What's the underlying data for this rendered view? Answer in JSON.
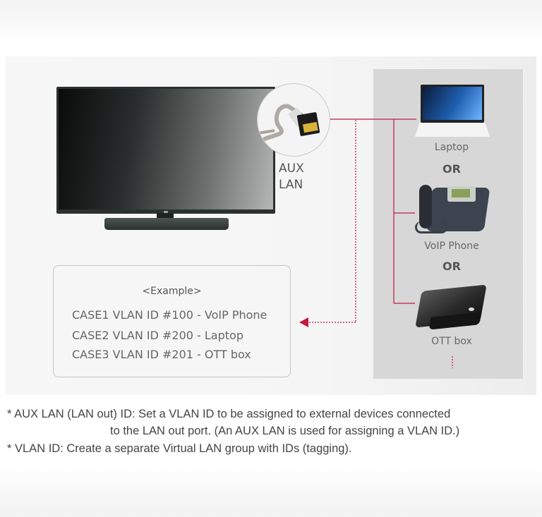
{
  "diagram": {
    "port_label_line1": "AUX",
    "port_label_line2": "LAN",
    "devices": [
      {
        "name": "Laptop",
        "icon": "laptop-icon"
      },
      {
        "name": "VoIP Phone",
        "icon": "voip-phone-icon"
      },
      {
        "name": "OTT box",
        "icon": "ott-box-icon"
      }
    ],
    "separator": "OR",
    "more_indicator": "⋮",
    "colors": {
      "connector_line": "#c8385f",
      "arrow": "#c8163f",
      "device_panel": "#d7d7d8"
    }
  },
  "example": {
    "title": "<Example>",
    "cases": [
      "CASE1 VLAN ID #100 - VoIP Phone",
      "CASE2 VLAN ID #200 - Laptop",
      "CASE3 VLAN ID #201 - OTT box"
    ]
  },
  "notes": {
    "aux_lan_line1": "* AUX LAN (LAN out) ID: Set a VLAN ID to be assigned to external devices connected",
    "aux_lan_line2": "to the LAN out port. (An AUX LAN is used for assigning a VLAN ID.)",
    "vlan_id": "* VLAN ID: Create a separate Virtual LAN group with IDs (tagging)."
  }
}
